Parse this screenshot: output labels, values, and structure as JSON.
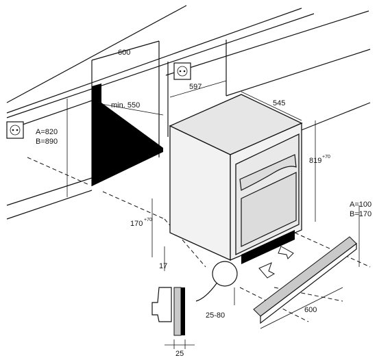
{
  "dimensions": {
    "width_600_top": "600",
    "min_550": "min. 550",
    "width_597": "597",
    "depth_545": "545",
    "height_a": "A=820",
    "height_b": "B=890",
    "height_819": "819",
    "height_819_sup": "+70",
    "height_170": "170",
    "height_170_sup": "+70",
    "offset_17": "17",
    "plinth_a": "A=100",
    "plinth_b": "B=170",
    "range_25_80": "25-80",
    "width_600_bottom": "600",
    "gap_25": "25"
  },
  "icons": {
    "socket_left": "power-socket-icon",
    "socket_right": "power-socket-icon"
  }
}
